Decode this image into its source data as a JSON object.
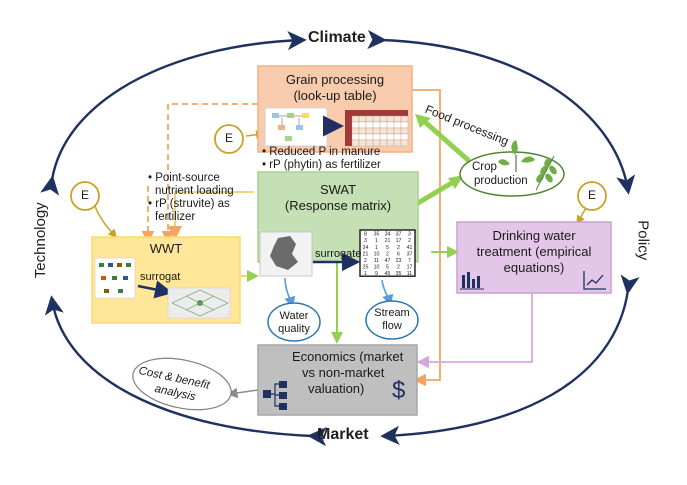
{
  "outer": {
    "climate": "Climate",
    "policy": "Policy",
    "market": "Market",
    "technology": "Technology"
  },
  "grain": {
    "title_line1": "Grain processing",
    "title_line2": "(look-up table)"
  },
  "swat": {
    "title_line1": "SWAT",
    "title_line2": "(Response matrix)",
    "surrogate": "surrogate",
    "notes": [
      "• Reduced P in manure",
      "• rP (phytin) as fertilizer"
    ],
    "matrix_values": [
      "8",
      "35",
      "34",
      "37",
      "3",
      "3",
      "1",
      "21",
      "17",
      "2",
      "24",
      "1",
      "5",
      "2",
      "41",
      "21",
      "10",
      "2",
      "6",
      "37",
      "2",
      "11",
      "47",
      "23",
      "7",
      "25",
      "10",
      "5",
      "2",
      "17",
      "1",
      "9",
      "45",
      "35",
      "11"
    ]
  },
  "wwt": {
    "title": "WWT",
    "surrogate": "surrogat",
    "notes": [
      "• Point-source",
      "nutrient loading",
      "• rP (struvite) as",
      "fertilizer"
    ]
  },
  "drinking": {
    "line1": "Drinking water",
    "line2": "treatment (empirical",
    "line3": "equations)"
  },
  "economics": {
    "line1": "Economics (market",
    "line2": "vs non-market",
    "line3": "valuation)",
    "dollar": "$"
  },
  "crop": {
    "line1": "Crop",
    "line2": "production"
  },
  "water_quality": {
    "line1": "Water",
    "line2": "quality"
  },
  "stream_flow": {
    "line1": "Stream",
    "line2": "flow"
  },
  "cost_benefit": {
    "line1": "Cost & benefit",
    "line2": "analysis"
  },
  "food_processing": "Food processing",
  "e_marker": "E",
  "colors": {
    "navy": "#1f3160",
    "orange_fill": "#f8cbad",
    "orange_border": "#f4b183",
    "orange_arrow": "#f4a460",
    "green_fill": "#c5e0b4",
    "green_border": "#a9d18e",
    "green_arrow": "#92d050",
    "yellow_fill": "#ffe699",
    "yellow_border": "#ffd966",
    "purple_fill": "#e4c6e8",
    "purple_border": "#c9a0d0",
    "purple_arrow": "#d6a7de",
    "gray_fill": "#bfbfbf",
    "gray_border": "#a6a6a6",
    "blue_arrow": "#5b9bd5",
    "circle_blue": "#2e75b6",
    "gold": "#c9a227"
  }
}
